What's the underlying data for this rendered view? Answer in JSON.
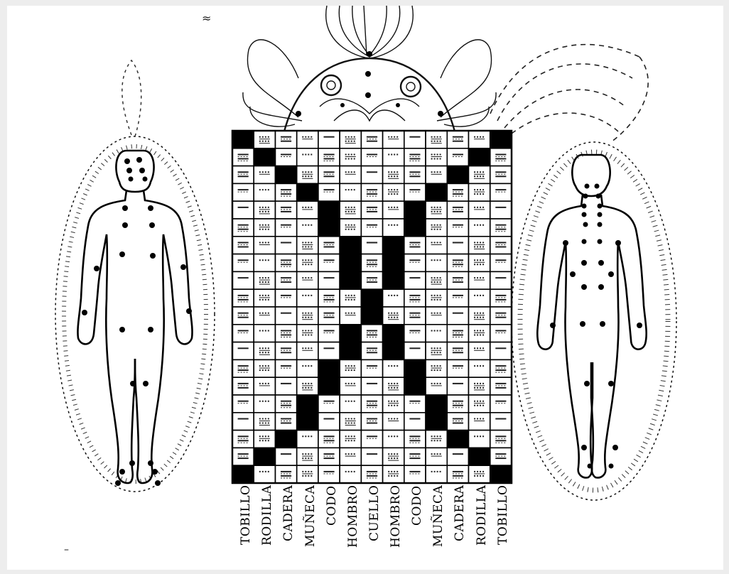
{
  "figure": {
    "corner_mark": "≈",
    "bottom_mark": "–",
    "grid_rows": 20,
    "grid_cols": 13,
    "column_labels": [
      "TOBILLO",
      "RODILLA",
      "CADERA",
      "MUÑECA",
      "CODO",
      "HOMBRO",
      "CUELLO",
      "HOMBRO",
      "CODO",
      "MUÑECA",
      "CADERA",
      "RODILLA",
      "TOBILLO"
    ]
  }
}
